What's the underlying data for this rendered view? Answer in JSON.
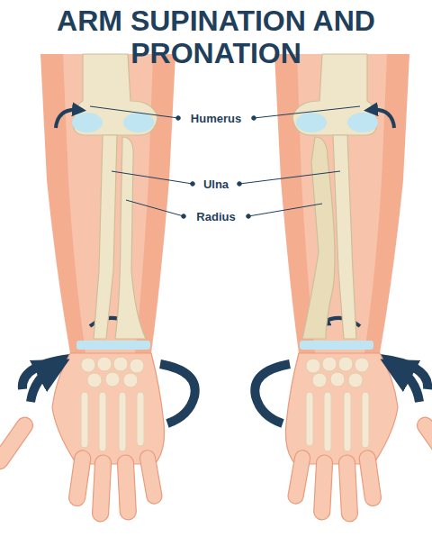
{
  "diagram": {
    "title": "ARM SUPINATION AND PRONATION",
    "labels": [
      "Humerus",
      "Ulna",
      "Radius"
    ]
  }
}
